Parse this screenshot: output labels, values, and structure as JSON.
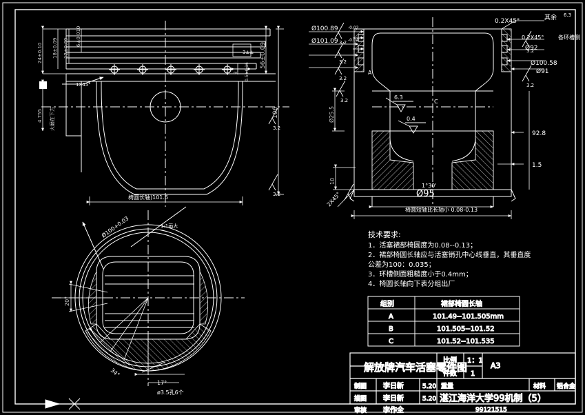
{
  "drawing": {
    "kind": "cad-engineering-drawing",
    "background": "#000000",
    "line_color": "#ffffff",
    "sheet_size": "A3",
    "general_surface_note": "其余",
    "general_surface_value": "6.3"
  },
  "views": {
    "top_left_label": "1X45°",
    "left_note_vertical": "火磨在下方",
    "left_dim_4755": "4.755",
    "skirt_major_axis": "椅圆长轴)101.6",
    "section_mark_a": "A",
    "section_mark_c": "C"
  },
  "dimensions": {
    "left_stack": [
      "24±0.10",
      "18±0.09",
      "12±0.09",
      "6±0.010"
    ],
    "mid_right": [
      "3±±",
      "3",
      "0.5±0.15"
    ],
    "height_56": "56±0.09",
    "height_106": "106",
    "upper_right": [
      {
        "label": "Ø100.89",
        "tol": "-0.02\n-0.04"
      },
      {
        "label": "Ø101.09",
        "tol": "-0.02\n-0.04"
      }
    ],
    "chamfer_left": "0.2X45°",
    "chamfer_right": "0.2X45°",
    "groove_note": "各环槽侧",
    "d92": "Ø92",
    "d100_58": "Ø100.58",
    "d91": "Ø91",
    "d95": "Ø95",
    "angle_1_30": "1°30'",
    "dim_10": "10",
    "chamfer_2x45": "2X45°",
    "dim_1_5": "1.5",
    "dim_92_8": "92.8",
    "dim_25_5": "Ø25.5",
    "bottom_note": "椅圆短轴比长轴小 0.08-0.13",
    "circle_dia": "Ø100+0.03",
    "circle_note": "1:1画大",
    "ang_20": "20°",
    "ang_34": "34°",
    "ang_17": "17°",
    "holes": "ø3.5孔6个"
  },
  "surface_finish": {
    "values": [
      "3.2",
      "3.2",
      "3.2",
      "3.2",
      "3.2",
      "3.2",
      "6.3",
      "6.3",
      "0.4"
    ]
  },
  "tech_req": {
    "title": "技术要求:",
    "lines": [
      "1．活塞裙部椅圆度为0.08--0.13；",
      "2．裙部椅圆长轴应与活塞销孔中心线垂直，其垂直度",
      "公差为100：0.035；",
      "3．环槽侧面粗糙度小于0.4mm；",
      "4．椅圆长轴向下表分组出厂"
    ]
  },
  "group_table": {
    "headers": [
      "组别",
      "裙部椅圆长轴"
    ],
    "rows": [
      [
        "A",
        "101.49--101.505mm"
      ],
      [
        "B",
        "101.505--101.52"
      ],
      [
        "C",
        "101.52--101.535"
      ]
    ]
  },
  "title_block": {
    "drawing_title": "解放牌汽车活塞零件图",
    "scale_label": "比例",
    "scale_value": "1：1",
    "qty_label": "件数",
    "qty_value": "1",
    "sheet": "A3",
    "rows": [
      {
        "role": "制图",
        "name": "李日新",
        "date": "5.20"
      },
      {
        "role": "描图",
        "name": "李日新",
        "date": "5.20"
      },
      {
        "role": "审核",
        "name": "李作全",
        "date": ""
      }
    ],
    "weight_label": "重量",
    "weight_value": "",
    "material_label": "材料",
    "material_value": "铝合金",
    "org": "湛江海洋大学99机制（5）",
    "doc_no": "99121515"
  }
}
